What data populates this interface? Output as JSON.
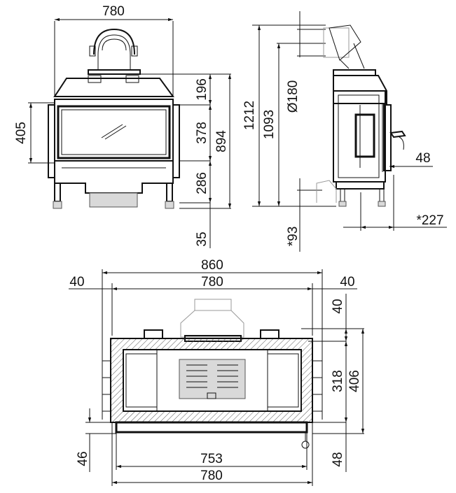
{
  "front_view": {
    "width_top": "780",
    "height_left": "405",
    "right_dims": [
      "196",
      "378",
      "286"
    ],
    "total": "894",
    "foot": "35"
  },
  "side_view": {
    "overall": "1212",
    "flue_height": "1093",
    "flue_diameter": "Ø180",
    "handle_offset": "48",
    "bottom_note": "*93",
    "depth": "*227"
  },
  "plan_view": {
    "total_width": "860",
    "inner_width": "780",
    "left_margin": "40",
    "right_margin": "40",
    "right_top": "40",
    "right_mid": "318",
    "right_total": "406",
    "bottom_inner": "753",
    "bottom_total": "780",
    "left_bottom": "46",
    "right_bottom": "48"
  },
  "colors": {
    "line": "#111111",
    "fill": "#d9d9d9"
  }
}
